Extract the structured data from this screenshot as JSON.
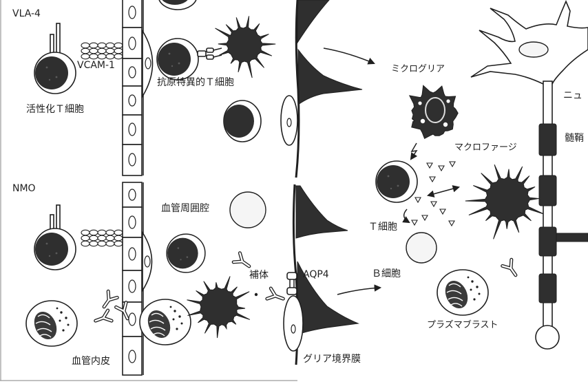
{
  "top_panel": {
    "receptor_label": "VLA-4",
    "adhesion_label": "VCAM-1",
    "activated_t_cell_label": "活性化Ｔ細胞",
    "antigen_specific_t_cell_label": "抗原特異的Ｔ細胞"
  },
  "bottom_panel": {
    "condition_label": "NMO",
    "perivascular_space_label": "血管周囲腔",
    "complement_label": "補体",
    "aqp4_label": "AQP4",
    "endothelium_label": "血管内皮",
    "glia_limitans_label": "グリア境界膜"
  },
  "cns_side": {
    "microglia_label": "ミクログリア",
    "neuron_label": "ニュ",
    "myelin_label": "髄鞘",
    "macrophage_label": "マクロファージ",
    "t_cell_label": "Ｔ細胞",
    "b_cell_label": "Ｂ細胞",
    "plasmablast_label": "プラズマブラスト"
  },
  "colors": {
    "ink": "#1f1f1f",
    "cell_dark": "#2f2f2f",
    "paper": "#ffffff",
    "pale_fill": "#f5f5f5"
  }
}
